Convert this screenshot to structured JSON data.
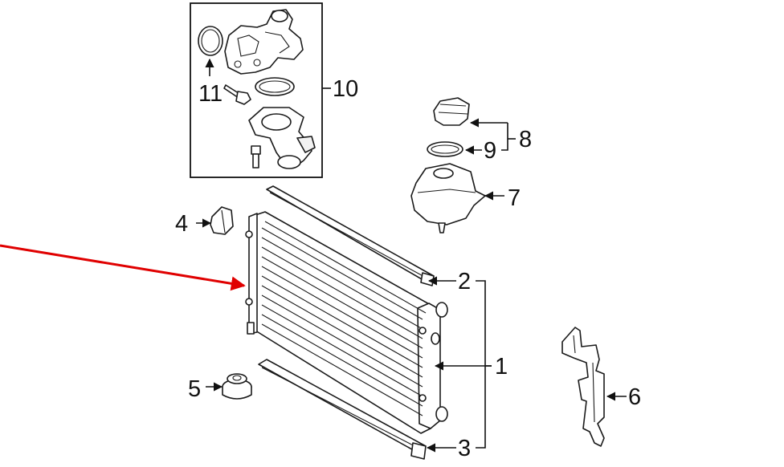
{
  "diagram": {
    "callouts": {
      "c1": "1",
      "c2": "2",
      "c3": "3",
      "c4": "4",
      "c5": "5",
      "c6": "6",
      "c7": "7",
      "c8": "8",
      "c9": "9",
      "c10": "10",
      "c11": "11"
    },
    "colors": {
      "line": "#1a1a1a",
      "highlight-arrow": "#e00000",
      "background": "#ffffff"
    }
  }
}
